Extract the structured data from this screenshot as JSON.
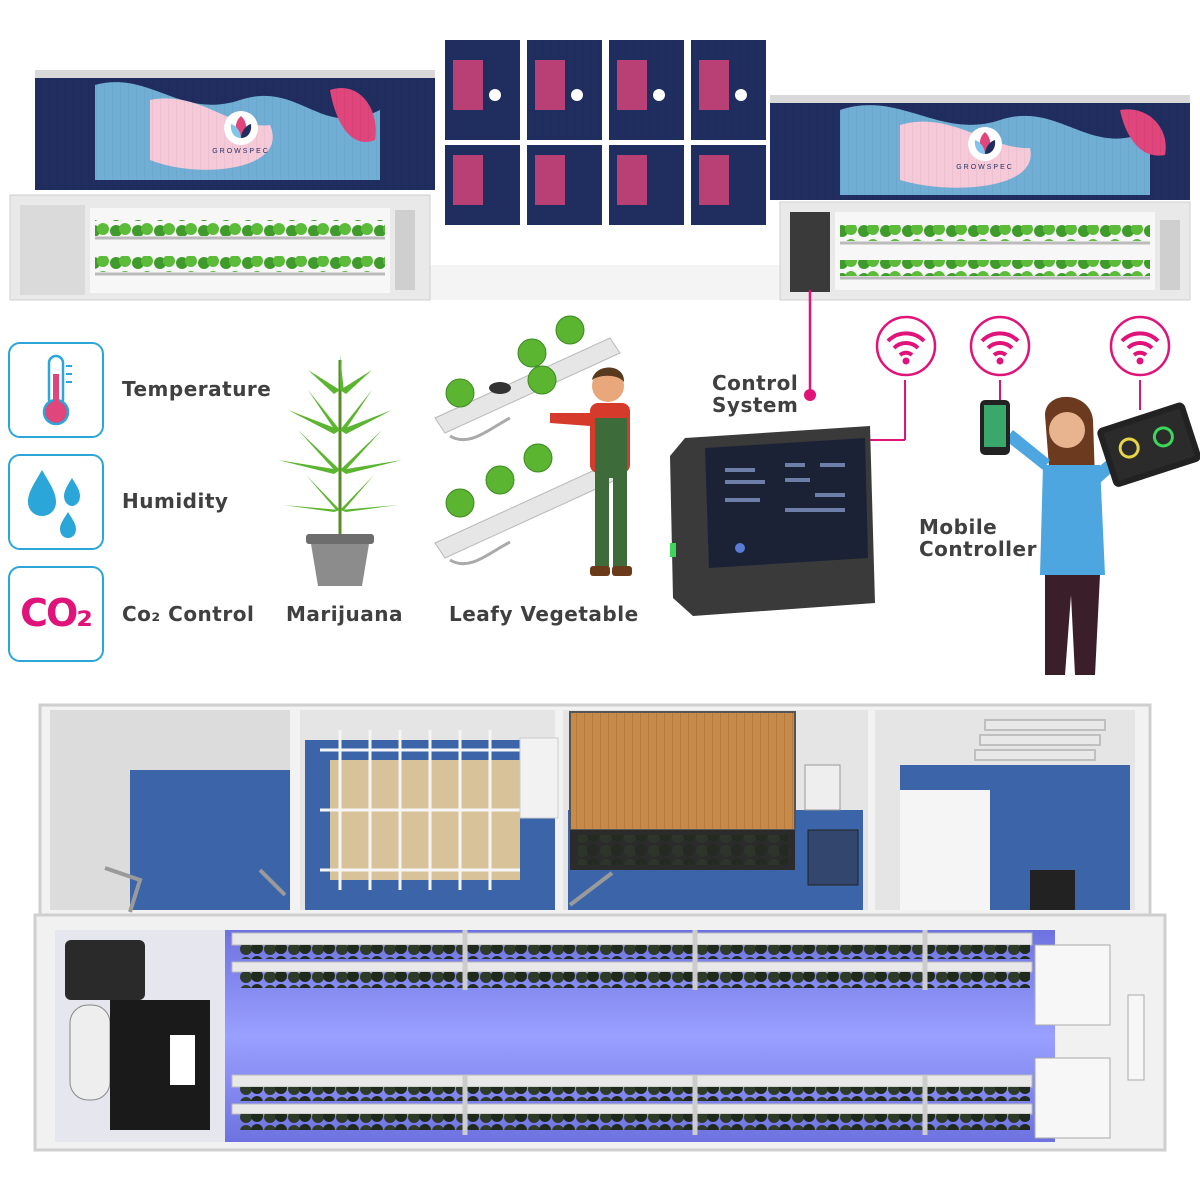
{
  "brand": {
    "logo_text": "GROWSPEC",
    "colors": {
      "navy": "#1f2d5f",
      "pink": "#e0457b",
      "light_blue": "#7fc6ea",
      "magenta": "#e0137a",
      "icon_blue": "#2aa6d9"
    }
  },
  "features": [
    {
      "label": "Temperature",
      "icon": "thermometer-icon"
    },
    {
      "label": "Humidity",
      "icon": "water-drops-icon"
    },
    {
      "label": "Co₂ Control",
      "icon": "co2-icon",
      "icon_text": "CO₂"
    }
  ],
  "crops": [
    {
      "label": "Marijuana",
      "icon": "cannabis-plant-icon"
    },
    {
      "label": "Leafy Vegetable",
      "icon": "leafy-vegetable-icon"
    }
  ],
  "control": {
    "control_label_1": "Control",
    "control_label_2": "System",
    "mobile_label_1": "Mobile",
    "mobile_label_2": "Controller"
  }
}
